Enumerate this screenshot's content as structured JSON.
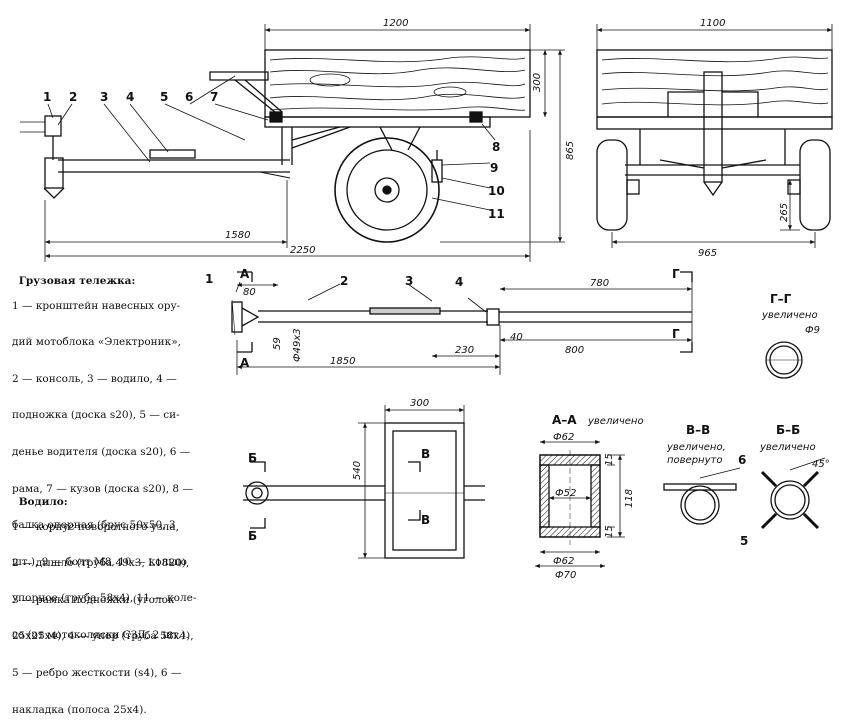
{
  "dims": {
    "d1200": "1200",
    "d1100": "1100",
    "d300": "300",
    "d865": "865",
    "d1580": "1580",
    "d2250": "2250",
    "d965": "965",
    "d265": "265",
    "d80": "80",
    "d780": "780",
    "d59": "59",
    "d49": "Ф49х3",
    "d40": "40",
    "d230": "230",
    "d800": "800",
    "d1850": "1850",
    "d300b": "300",
    "d540": "540",
    "dD62": "Ф62",
    "dD52": "Ф52",
    "dD62b": "Ф62",
    "dD70": "Ф70",
    "d15a": "15",
    "d118": "118",
    "d15b": "15",
    "d9": "Ф9",
    "d45": "45°"
  },
  "callouts": {
    "c1": "1",
    "c2": "2",
    "c3": "3",
    "c4": "4",
    "c5": "5",
    "c6": "6",
    "c7": "7",
    "c8": "8",
    "c9": "9",
    "c10": "10",
    "c11": "11",
    "p1": "1",
    "p2": "2",
    "p3": "3",
    "p4": "4",
    "p6": "6"
  },
  "sections": {
    "aa_title": "А–А",
    "aa_note": "увеличено",
    "gg_title": "Г–Г",
    "gg_note": "увеличено",
    "vv_title": "В–В",
    "vv_note1": "увеличено,",
    "vv_note2": "повернуто",
    "bb_title": "Б–Б",
    "bb_note": "увеличено",
    "cut_A1": "А",
    "cut_A2": "А",
    "cut_G1": "Г",
    "cut_G2": "Г",
    "cut_B1": "Б",
    "cut_B2": "Б",
    "cut_V1": "В",
    "cut_V2": "В",
    "cut_5": "5"
  },
  "caption1": {
    "title": "Грузовая тележка:",
    "lines": [
      "1 — кронштейн навесных ору-",
      "дий мотоблока «Электроник»,",
      "2 — консоль, 3 — водило, 4 —",
      "подножка (доска s20), 5 — си-",
      "денье водителя (доска s20), 6 —",
      "рама, 7 — кузов (доска s20), 8 —",
      "балка опорная (брус 50x50, 3",
      "шт.), 9 — болт М8, 10 — кольцо",
      "упорное (труба 58x4), 11 — коле-",
      "со (от мотоколяски СЗД, 2 шт.)."
    ]
  },
  "caption2": {
    "title": "Водило:",
    "lines": [
      "1 — корпус поворотного узла,",
      "2 — дышло (труба 49x3, L1820),",
      "3 — рамка подножки (уголок",
      "25x25x4), 4 — упор (труба 58x4),",
      "5 — ребро жесткости (s4), 6 —",
      "накладка (полоса 25x4)."
    ]
  }
}
